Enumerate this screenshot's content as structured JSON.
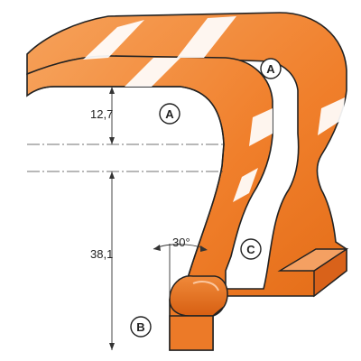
{
  "dimensions": {
    "top": "12,7",
    "main": "38,1",
    "angle": "30°"
  },
  "zones": {
    "a_upper": "A",
    "a_lower": "A",
    "b": "B",
    "c": "C"
  },
  "colors": {
    "orange": "#f07f2b",
    "orange_light": "#fbc79f",
    "stroke": "#222222",
    "dim_line": "#333333"
  }
}
